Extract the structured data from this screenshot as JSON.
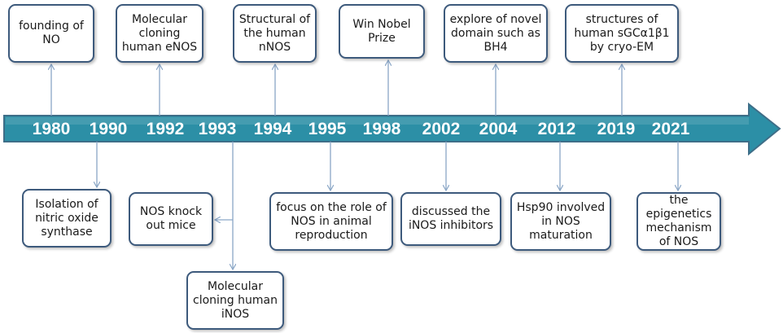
{
  "colors": {
    "arrow_fill": "#2c8fa6",
    "arrow_stroke": "#3e6e88",
    "connector": "#8aa6c6",
    "box_border": "#3d5a7c",
    "year_text": "#ffffff"
  },
  "timeline": {
    "years": [
      "1980",
      "1990",
      "1992",
      "1993",
      "1994",
      "1995",
      "1998",
      "2002",
      "2004",
      "2012",
      "2019",
      "2021"
    ]
  },
  "events_above": [
    {
      "year": "1980",
      "text": "founding of NO"
    },
    {
      "year": "1992",
      "text": "Molecular cloning human eNOS"
    },
    {
      "year": "1994",
      "text": "Structural of the human nNOS"
    },
    {
      "year": "1998",
      "text": "Win Nobel Prize"
    },
    {
      "year": "2004",
      "text": "explore of novel domain such as BH4"
    },
    {
      "year": "2019",
      "text": "structures of human sGCα1β1 by cryo-EM"
    }
  ],
  "events_below": [
    {
      "year": "1990",
      "text": "Isolation of nitric oxide synthase"
    },
    {
      "year": "1993",
      "text": "NOS knock out mice"
    },
    {
      "year": "1993",
      "text": "Molecular cloning human iNOS"
    },
    {
      "year": "1995",
      "text": "focus on the role of NOS in animal reproduction"
    },
    {
      "year": "2002",
      "text": "discussed the iNOS inhibitors"
    },
    {
      "year": "2012",
      "text": "Hsp90 involved in NOS maturation"
    },
    {
      "year": "2021",
      "text": "the epigenetics mechanism of NOS"
    }
  ]
}
